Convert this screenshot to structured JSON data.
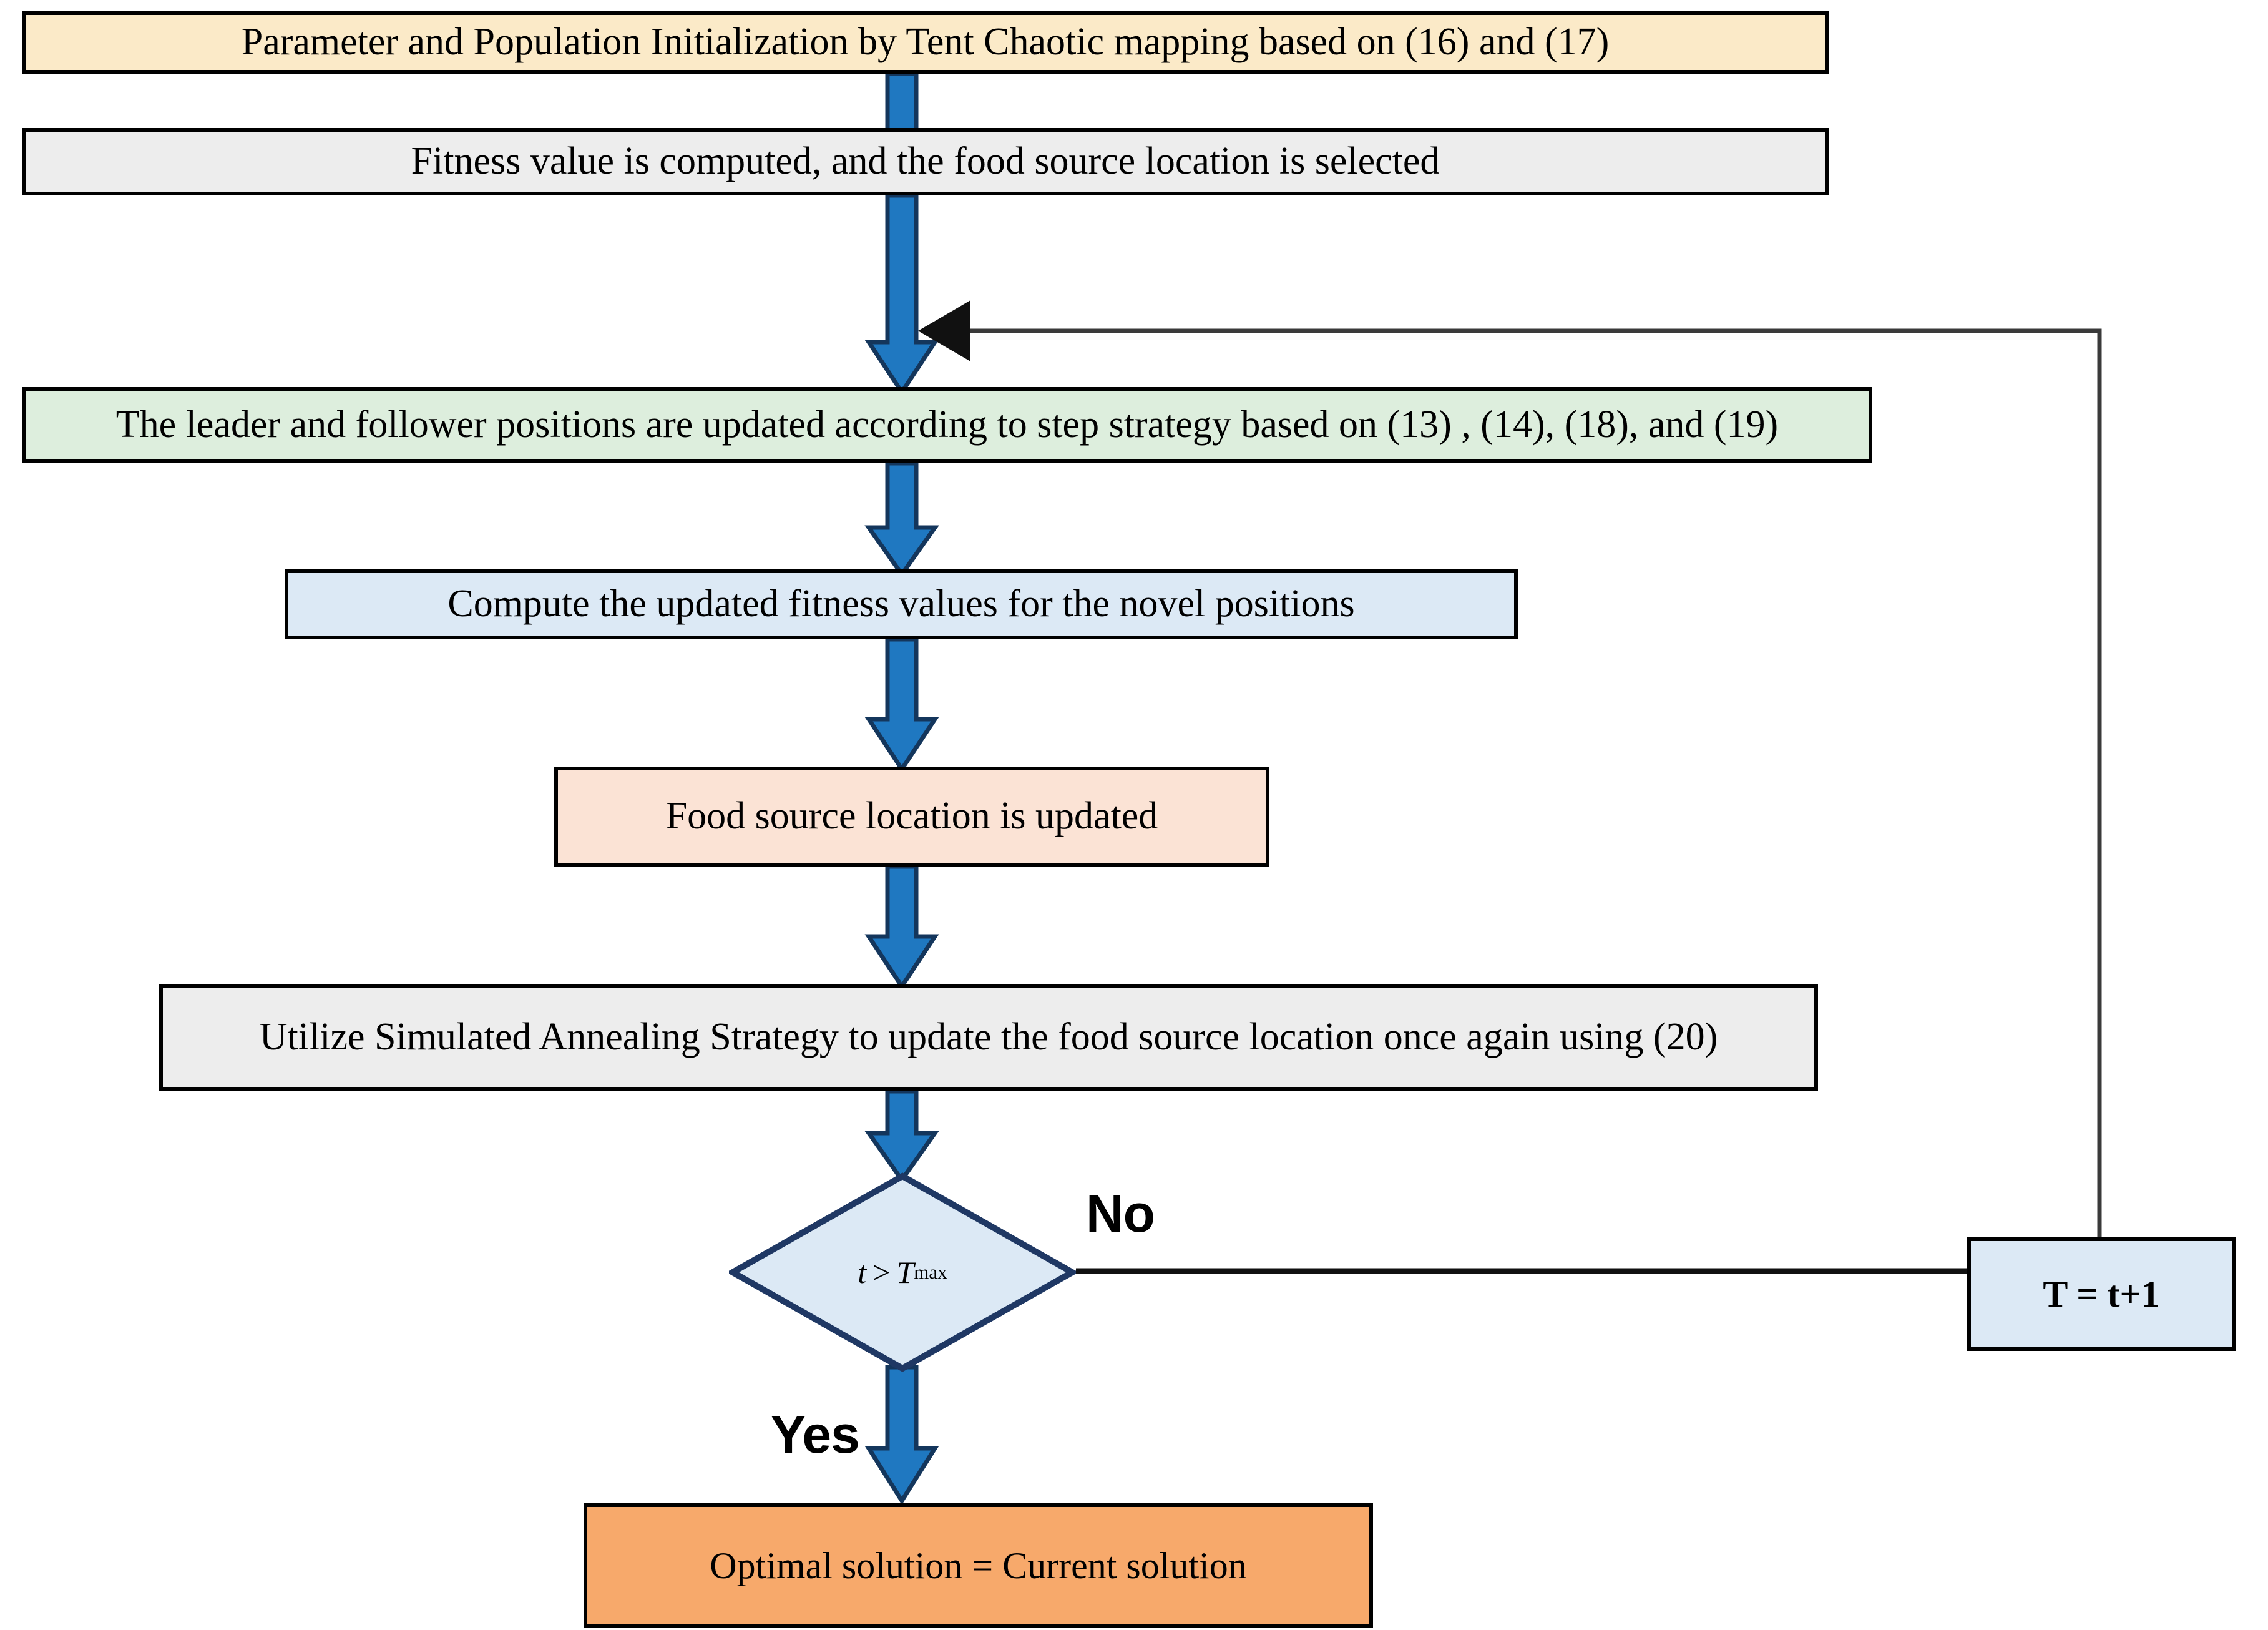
{
  "diagram": {
    "title": "Improved optimization algorithm flowchart",
    "type": "flowchart",
    "colors": {
      "init_fill": "#fbeac8",
      "process_gray_fill": "#ededed",
      "leader_green_fill": "#ddeedd",
      "compute_blue_fill": "#dce9f5",
      "food_peach_fill": "#fbe3d5",
      "optimal_orange_fill": "#f7a96b",
      "decision_fill": "#dce9f5",
      "decision_stroke": "#1f3864",
      "arrow_fill": "#1f78c1",
      "arrow_stroke": "#14365c",
      "node_stroke": "#000000",
      "feedback_line": "#404040"
    },
    "nodes": [
      {
        "id": "init",
        "shape": "rect",
        "label": "Parameter and Population Initialization by Tent Chaotic mapping based on (16) and (17)"
      },
      {
        "id": "fitness",
        "shape": "rect",
        "label": "Fitness value is computed, and the food source location is selected"
      },
      {
        "id": "leader",
        "shape": "rect",
        "label": "The leader and follower positions are updated according to step strategy  based on (13) , (14), (18), and  (19)"
      },
      {
        "id": "compute",
        "shape": "rect",
        "label": "Compute the updated fitness values for the novel positions"
      },
      {
        "id": "food",
        "shape": "rect",
        "label": "Food source location is updated"
      },
      {
        "id": "anneal",
        "shape": "rect",
        "label": "Utilize Simulated Annealing Strategy to update the food source location once again using (20)"
      },
      {
        "id": "decision",
        "shape": "diamond",
        "label_t": "t",
        "label_gt": ">",
        "label_T": "T",
        "label_sub": "max"
      },
      {
        "id": "tplus",
        "shape": "rect",
        "label": "T = t+1"
      },
      {
        "id": "optimal",
        "shape": "rect",
        "label": "Optimal solution = Current solution"
      }
    ],
    "edge_labels": {
      "no": "No",
      "yes": "Yes"
    },
    "edges": [
      {
        "from": "init",
        "to": "fitness",
        "style": "block-arrow-down"
      },
      {
        "from": "fitness",
        "to": "leader",
        "style": "block-arrow-down"
      },
      {
        "from": "leader",
        "to": "compute",
        "style": "block-arrow-down"
      },
      {
        "from": "compute",
        "to": "food",
        "style": "block-arrow-down"
      },
      {
        "from": "food",
        "to": "anneal",
        "style": "block-arrow-down"
      },
      {
        "from": "anneal",
        "to": "decision",
        "style": "block-arrow-down"
      },
      {
        "from": "decision",
        "to": "tplus",
        "style": "thin-line",
        "label": "No"
      },
      {
        "from": "decision",
        "to": "optimal",
        "style": "block-arrow-down",
        "label": "Yes"
      },
      {
        "from": "tplus",
        "to": "leader",
        "style": "thin-line-feedback"
      }
    ]
  }
}
